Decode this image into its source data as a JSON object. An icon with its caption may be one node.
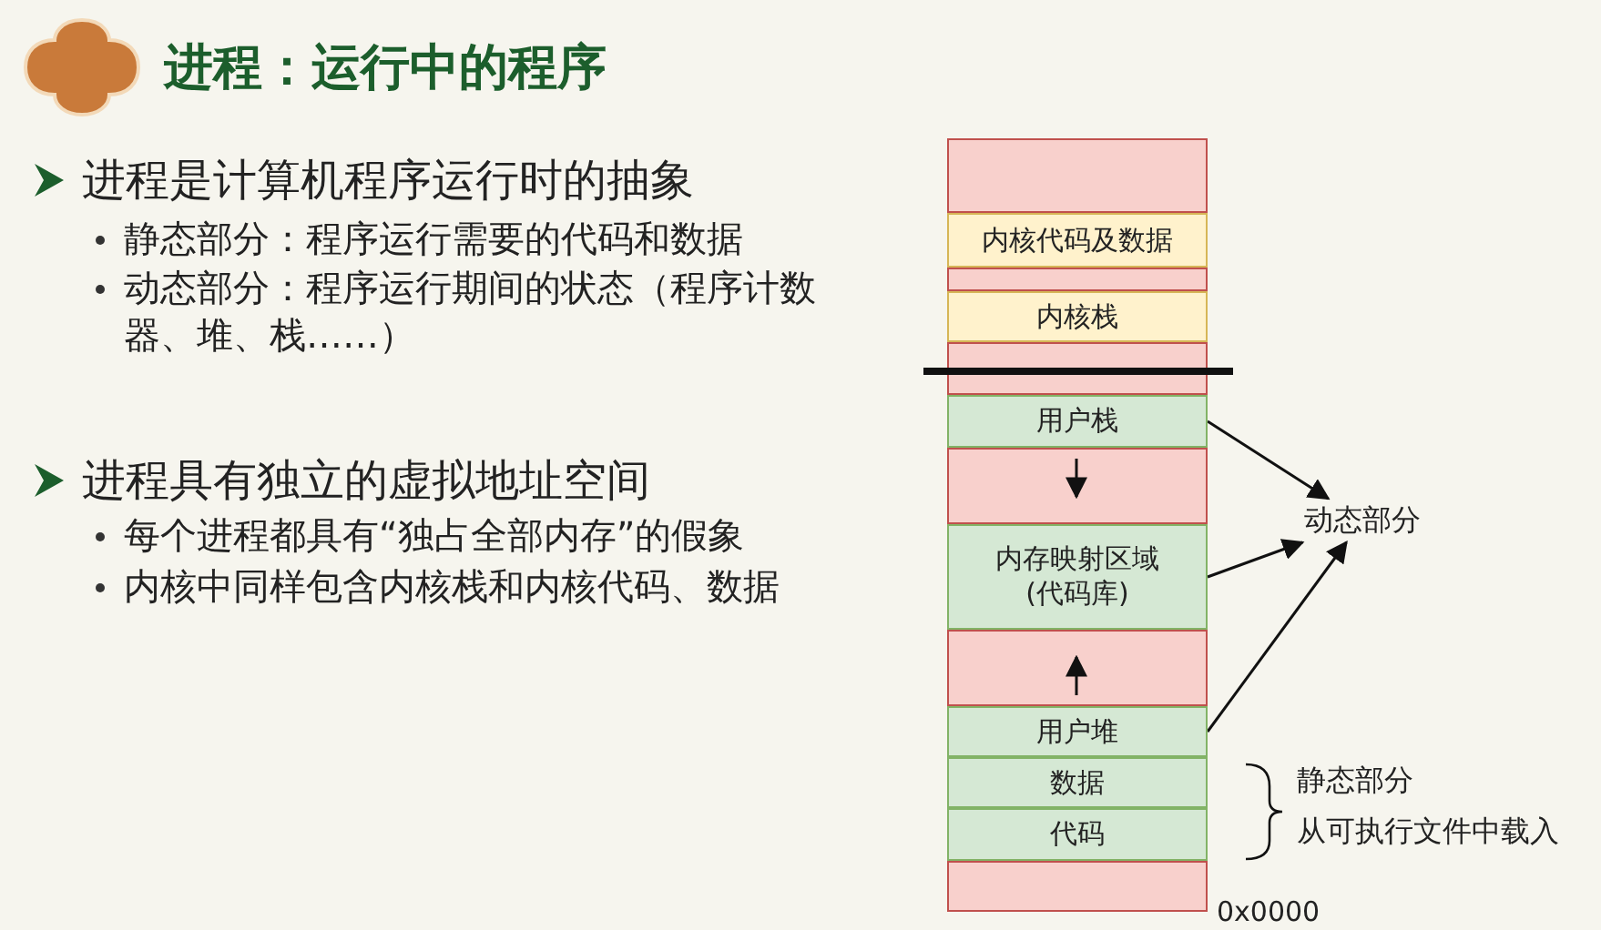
{
  "diagram": {
    "title": "进程：运行中的程序",
    "nodes": [
      {
        "text": [],
        "shape": "box"
      },
      {
        "text": [
          "内核代码及数据"
        ]
      },
      {
        "text": [],
        "shape": "box"
      },
      {
        "text": [
          "内核栈"
        ]
      },
      {
        "text": [],
        "shape": "box"
      },
      {
        "text": [
          "用户栈"
        ]
      },
      {
        "text": [],
        "shape": "box"
      },
      {
        "text": [
          "内存映射区域(代码库)"
        ]
      },
      {
        "text": [],
        "shape": "box"
      },
      {
        "text": [
          "用户堆"
        ]
      },
      {
        "text": [
          "数据"
        ]
      },
      {
        "text": [
          "代码"
        ]
      },
      {
        "text": [],
        "shape": "box"
      },
      {
        "text": [
          "动态部分"
        ]
      }
    ],
    "edges": [
      {
        "from": 5,
        "to": 13,
        "arrow": "to"
      },
      {
        "from": 7,
        "to": 13,
        "arrow": "to"
      },
      {
        "from": 9,
        "to": 13,
        "arrow": "to"
      }
    ],
    "labels": [
      "进程是计算机程序运行时的抽象",
      "静态部分：程序运行需要的代码和数据",
      "动态部分：程序运行期间的状态（程序计数器、堆、栈……）",
      "进程具有独立的虚拟地址空间",
      "每个进程都具有“独占全部内存”的假象",
      "内核中同样包含内核栈和内核代码、数据",
      "静态部分",
      "从可执行文件中载入",
      "0x0000"
    ]
  }
}
